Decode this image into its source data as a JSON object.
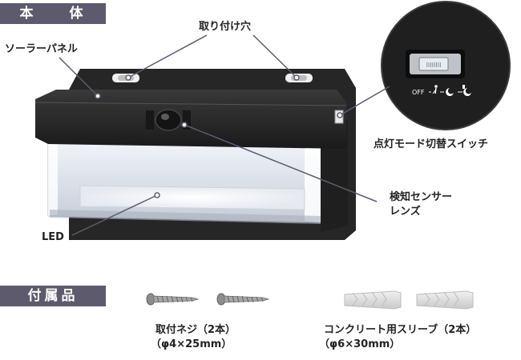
{
  "sections": {
    "main_body": "本　体",
    "accessories": "付属品"
  },
  "callouts": {
    "solar_panel": "ソーラーパネル",
    "mounting_holes": "取り付け穴",
    "mode_switch": "点灯モード切替スイッチ",
    "sensor_lens_line1": "検知センサー",
    "sensor_lens_line2": "レンズ",
    "led": "LED"
  },
  "switch_labels": {
    "off": "OFF"
  },
  "accessories": {
    "screws_name": "取付ネジ（2本）",
    "screws_spec": "（φ4×25mm）",
    "sleeves_name": "コンクリート用スリーブ（2本）",
    "sleeves_spec": "（φ6×30mm）"
  },
  "colors": {
    "tag_bg": "#5e5a6e",
    "callout_line": "#5e5a6e",
    "device_body": "#2b2b2b"
  }
}
